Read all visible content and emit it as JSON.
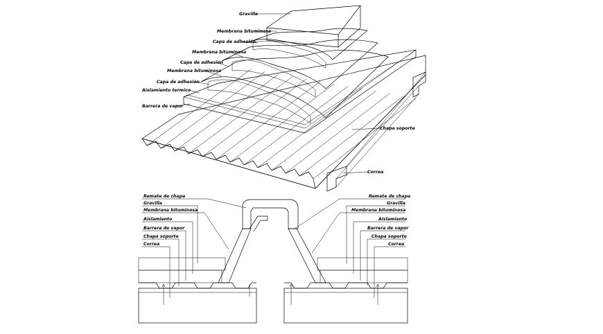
{
  "iso_labels": {
    "gravilla": "Gravilla",
    "membrana_bituminosa_1": "Membrana bituminosa",
    "capa_de_adhesion_1": "Capa de adhesión",
    "membrana_bituminosa_2": "Membrana bituminosa",
    "capa_de_adhesion_2": "Capa de adhesión",
    "membrana_bituminosa_3": "Membrana bituminosa",
    "capa_de_adhesion_3": "Capa de adhesión",
    "aislamiento_termico": "Aislamiento termico",
    "barrera_de_vapor": "Barrera de vapor",
    "chapa_soporte": "Chapa soporte",
    "correa": "Correa"
  },
  "section_left_labels": {
    "remate_de_chapa": "Remate de chapa",
    "gravilla": "Gravilla",
    "membrana_bituminosa": "Membrana bituminosa",
    "aislamiento": "Aislamiento",
    "barrera_de_vapor": "Barrera de vapor",
    "chapa_soporte": "Chapa soporte",
    "correa": "Correa"
  },
  "section_right_labels": {
    "remate_de_chapa": "Remate de chapa",
    "gravilla": "Gravilla",
    "membrana_bituminosa": "Membrana bituminosa",
    "aislamiento": "Aislamiento",
    "barrera_de_vapor": "Barrera de vapor",
    "chapa_soporte": "Chapa soporte",
    "correa": "Correa"
  },
  "colors": {
    "ink": "#000000",
    "paper": "#ffffff"
  }
}
